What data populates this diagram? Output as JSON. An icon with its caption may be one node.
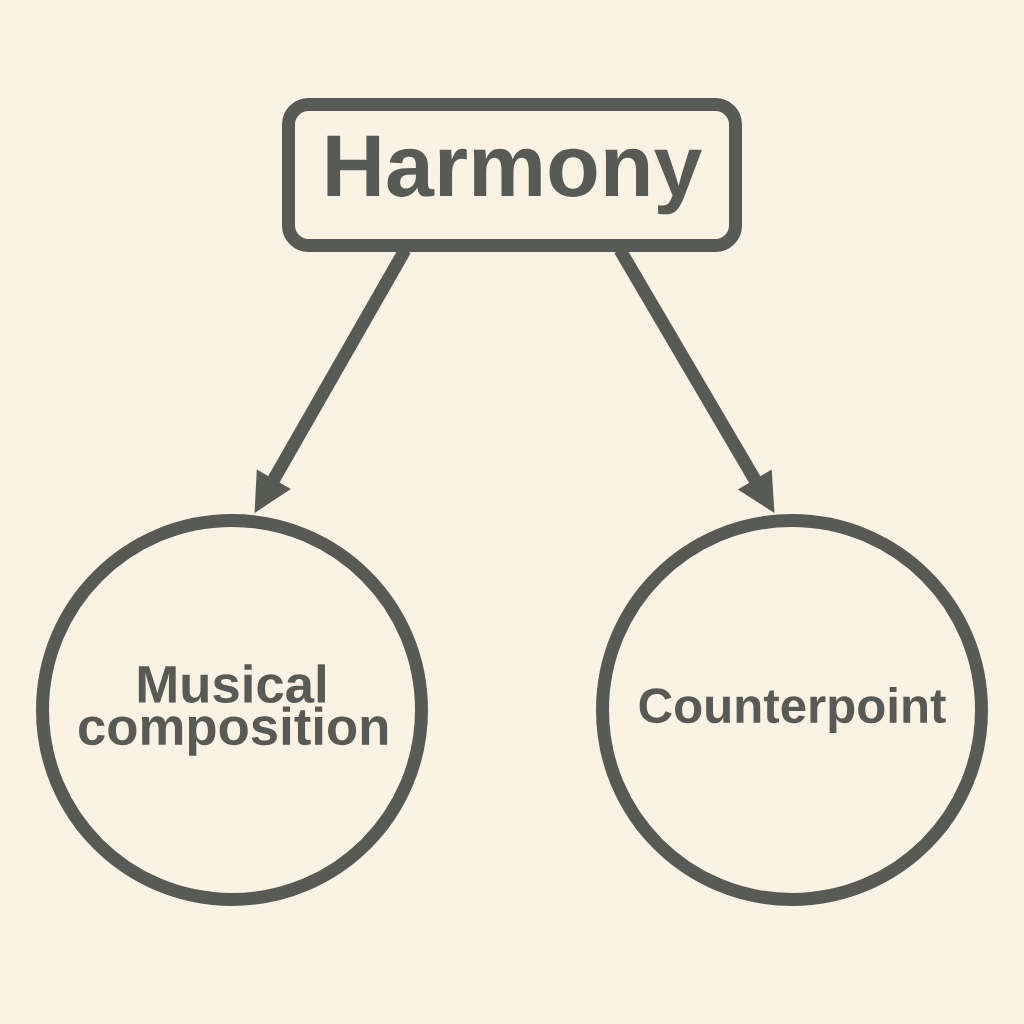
{
  "diagram": {
    "nodes": [
      {
        "text": [
          "Harmony"
        ]
      },
      {
        "text": [
          "Musical composition"
        ]
      },
      {
        "text": [
          "Counterpoint"
        ]
      }
    ],
    "edges": [
      {
        "from": 0,
        "to": 1,
        "arrow": "to"
      },
      {
        "from": 0,
        "to": 2,
        "arrow": "to"
      }
    ]
  }
}
